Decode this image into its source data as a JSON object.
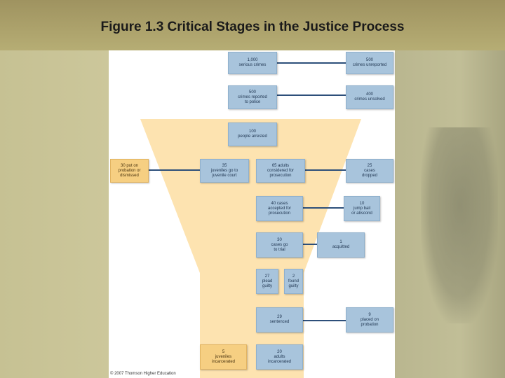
{
  "title": "Figure 1.3 Critical Stages in the Justice Process",
  "copyright": "© 2007 Thomson Higher Education",
  "colors": {
    "blue_box": "#a8c4dc",
    "orange_box": "#f6cf82",
    "funnel": "#fde3b0",
    "connector": "#2d4f7a"
  },
  "boxes": {
    "serious_crimes": "1,000\nserious crimes",
    "unreported": "500\ncrimes unreported",
    "reported": "500\ncrimes reported\nto police",
    "unsolved": "400\ncrimes unsolved",
    "arrested": "100\npeople arrested",
    "probation_dismissed": "30 put on\nprobation or\ndismissed",
    "juvenile_court": "35\njuveniles go to\njuvenile court",
    "adults_prosecution": "65 adults\nconsidered for\nprosecution",
    "cases_dropped": "25\ncases\ndropped",
    "accepted_prosecution": "40 cases\naccepted for\nprosecution",
    "jump_bail": "10\njump bail\nor abscond",
    "trial": "30\ncases go\nto trial",
    "acquitted": "1\nacquitted",
    "plead_guilty": "27\nplead\nguilty",
    "found_guilty": "2\nfound\nguilty",
    "sentenced": "29\nsentenced",
    "probation": "9\nplaced on\nprobation",
    "juveniles_incarcerated": "5\njuveniles\nincarcerated",
    "adults_incarcerated": "20\nadults\nincarcerated"
  }
}
